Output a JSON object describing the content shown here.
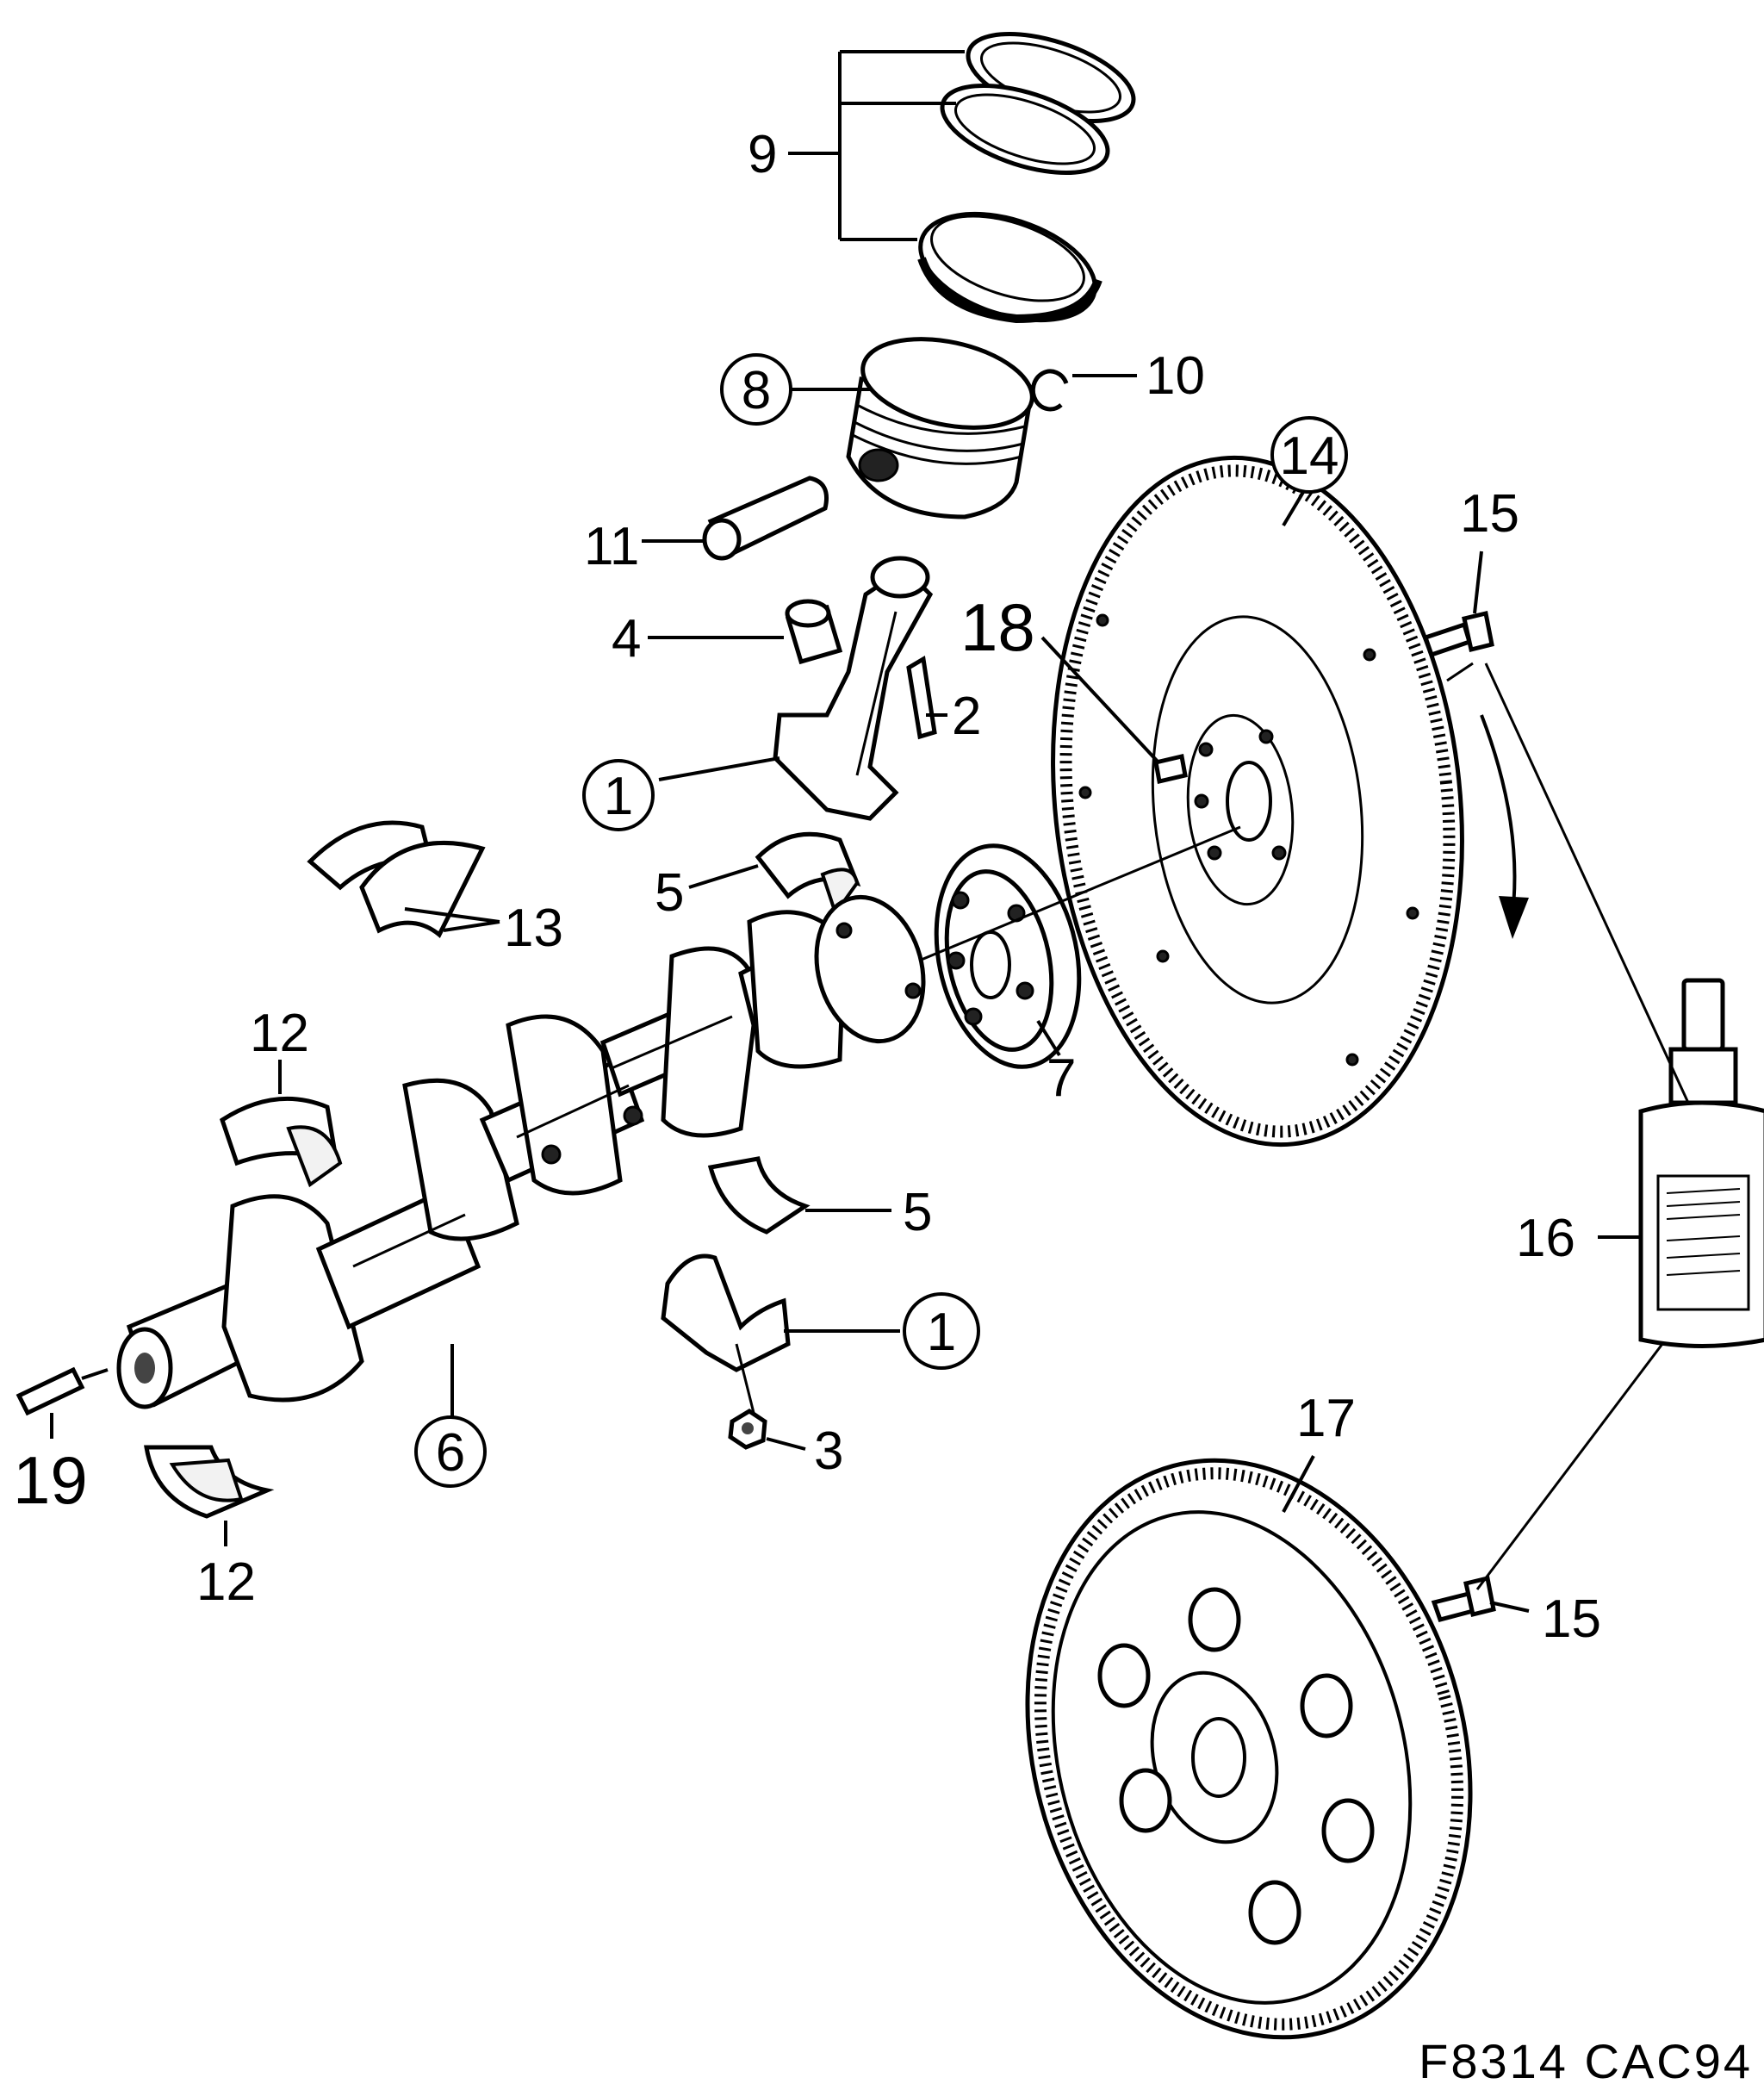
{
  "figure_ref": "F8314 CAC94",
  "callouts": {
    "c1a": "1",
    "c1b": "1",
    "c2": "2",
    "c3": "3",
    "c4": "4",
    "c5a": "5",
    "c5b": "5",
    "c6": "6",
    "c7": "7",
    "c8": "8",
    "c9": "9",
    "c10": "10",
    "c11": "11",
    "c12a": "12",
    "c12b": "12",
    "c13": "13",
    "c14": "14",
    "c15a": "15",
    "c15b": "15",
    "c16": "16",
    "c17": "17",
    "c18": "18",
    "c19": "19"
  }
}
